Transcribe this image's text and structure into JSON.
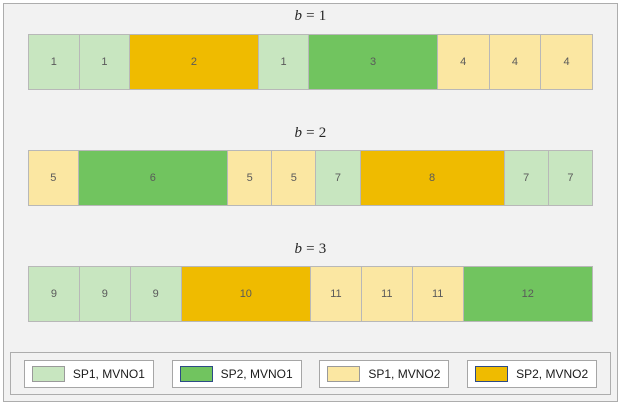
{
  "figure": {
    "background_color": "#f2f2f2",
    "border_color": "#adadad"
  },
  "chart_data": {
    "type": "bar",
    "orientation": "horizontal-stacked",
    "title": "",
    "xlabel": "",
    "ylabel": "",
    "grid": false,
    "legend_position": "bottom",
    "categories": [
      "b = 1",
      "b = 2",
      "b = 3"
    ],
    "colors": {
      "SP1, MVNO1": "#c8e6c0",
      "SP2, MVNO1": "#71c45f",
      "SP1, MVNO2": "#fbe7a2",
      "SP2, MVNO2": "#efbb00"
    },
    "panels": [
      {
        "title_var": "b",
        "title_eq": "=",
        "title_num": "1",
        "title": "b = 1",
        "segments": [
          {
            "label": "1",
            "series": "SP1, MVNO1",
            "width": 47
          },
          {
            "label": "1",
            "series": "SP1, MVNO1",
            "width": 47
          },
          {
            "label": "2",
            "series": "SP2, MVNO2",
            "width": 118
          },
          {
            "label": "1",
            "series": "SP1, MVNO1",
            "width": 47
          },
          {
            "label": "3",
            "series": "SP2, MVNO1",
            "width": 118
          },
          {
            "label": "4",
            "series": "SP1, MVNO2",
            "width": 48
          },
          {
            "label": "4",
            "series": "SP1, MVNO2",
            "width": 48
          },
          {
            "label": "4",
            "series": "SP1, MVNO2",
            "width": 48
          }
        ]
      },
      {
        "title_var": "b",
        "title_eq": "=",
        "title_num": "2",
        "title": "b = 2",
        "segments": [
          {
            "label": "5",
            "series": "SP1, MVNO2",
            "width": 47
          },
          {
            "label": "6",
            "series": "SP2, MVNO1",
            "width": 140
          },
          {
            "label": "5",
            "series": "SP1, MVNO2",
            "width": 42
          },
          {
            "label": "5",
            "series": "SP1, MVNO2",
            "width": 42
          },
          {
            "label": "7",
            "series": "SP1, MVNO1",
            "width": 42
          },
          {
            "label": "8",
            "series": "SP2, MVNO2",
            "width": 135
          },
          {
            "label": "7",
            "series": "SP1, MVNO1",
            "width": 42
          },
          {
            "label": "7",
            "series": "SP1, MVNO1",
            "width": 42
          }
        ]
      },
      {
        "title_var": "b",
        "title_eq": "=",
        "title_num": "3",
        "title": "b = 3",
        "segments": [
          {
            "label": "9",
            "series": "SP1, MVNO1",
            "width": 47
          },
          {
            "label": "9",
            "series": "SP1, MVNO1",
            "width": 47
          },
          {
            "label": "9",
            "series": "SP1, MVNO1",
            "width": 47
          },
          {
            "label": "10",
            "series": "SP2, MVNO2",
            "width": 118
          },
          {
            "label": "11",
            "series": "SP1, MVNO2",
            "width": 47
          },
          {
            "label": "11",
            "series": "SP1, MVNO2",
            "width": 47
          },
          {
            "label": "11",
            "series": "SP1, MVNO2",
            "width": 47
          },
          {
            "label": "12",
            "series": "SP2, MVNO1",
            "width": 118
          }
        ]
      }
    ],
    "legend": [
      {
        "label": "SP1, MVNO1",
        "color": "#c8e6c0",
        "swatch_border": "#9a9a9a",
        "tone": "light"
      },
      {
        "label": "SP2, MVNO1",
        "color": "#71c45f",
        "swatch_border": "#2d4a86",
        "tone": "dark"
      },
      {
        "label": "SP1, MVNO2",
        "color": "#fbe7a2",
        "swatch_border": "#9a9a9a",
        "tone": "light"
      },
      {
        "label": "SP2, MVNO2",
        "color": "#efbb00",
        "swatch_border": "#2d4a86",
        "tone": "dark"
      }
    ]
  }
}
